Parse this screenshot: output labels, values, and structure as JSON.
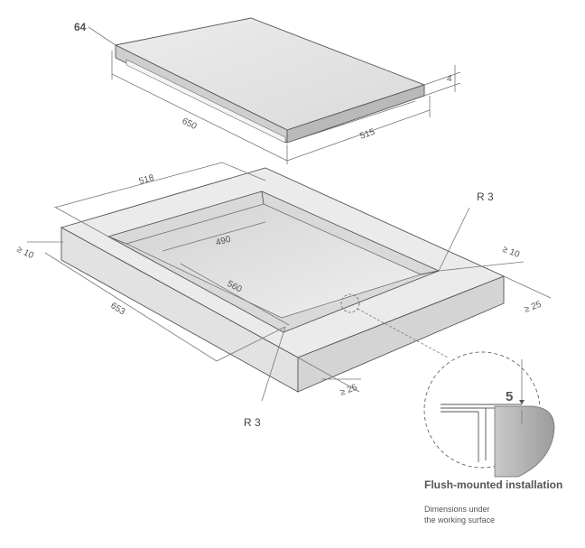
{
  "dimensions": {
    "cooktop_depth": "64",
    "cooktop_thickness": "4",
    "cooktop_length": "650",
    "cooktop_width": "515",
    "cutout_outer_width": "518",
    "cutout_outer_length": "653",
    "cutout_inner_width": "490",
    "cutout_inner_length": "560",
    "radius_top": "R 3",
    "radius_bottom": "R 3",
    "clearance_left": "≥ 10",
    "clearance_right": "≥ 10",
    "clearance_right_lower": "≥ 25",
    "clearance_front": "≥ 25",
    "flush_step": "5"
  },
  "caption": {
    "title": "Flush-mounted installation",
    "subtitle_line1": "Dimensions under",
    "subtitle_line2": "the working surface"
  },
  "colors": {
    "cooktop_top": "#e6e6e6",
    "worktop": "#ebebeb",
    "recess": "#d9d9d9",
    "line": "#555555"
  }
}
